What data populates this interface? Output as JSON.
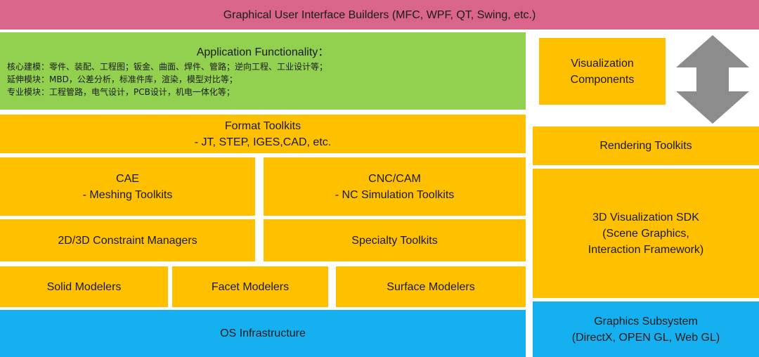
{
  "header": {
    "title": "Graphical User Interface Builders (MFC, WPF, QT, Swing, etc.)"
  },
  "application_functionality": {
    "title": "Application Functionality：",
    "lines": [
      "核心建模：零件、装配、工程图；钣金、曲面、焊件、管路；逆向工程、工业设计等；",
      "延伸模块：MBD，公差分析，标准件库，渲染，模型对比等；",
      "专业模块：工程管路，电气设计，PCB设计，机电一体化等；"
    ]
  },
  "visualization_components": {
    "line1": "Visualization",
    "line2": "Components"
  },
  "format_toolkits": {
    "line1": "Format Toolkits",
    "line2": "- JT, STEP, IGES,CAD, etc."
  },
  "cae": {
    "line1": "CAE",
    "line2": "- Meshing Toolkits"
  },
  "cnc_cam": {
    "line1": "CNC/CAM",
    "line2": "- NC Simulation Toolkits"
  },
  "constraint_managers": {
    "label": "2D/3D Constraint Managers"
  },
  "specialty_toolkits": {
    "label": "Specialty Toolkits"
  },
  "modelers": {
    "solid": "Solid Modelers",
    "facet": "Facet Modelers",
    "surface": "Surface Modelers"
  },
  "os_infrastructure": {
    "label": "OS Infrastructure"
  },
  "rendering_toolkits": {
    "label": "Rendering Toolkits"
  },
  "sdk": {
    "line1": "3D Visualization SDK",
    "line2": "(Scene Graphics,",
    "line3": "Interaction Framework)"
  },
  "graphics_subsystem": {
    "line1": "Graphics Subsystem",
    "line2": "(DirectX, OPEN GL, Web GL)"
  },
  "colors": {
    "orange": "#ffc000",
    "blue": "#14b0ef",
    "green": "#92d050",
    "pink": "#d9668a",
    "arrow": "#8c8c8c"
  },
  "icons": {
    "arrow": "double-headed-vertical-arrow-icon"
  }
}
